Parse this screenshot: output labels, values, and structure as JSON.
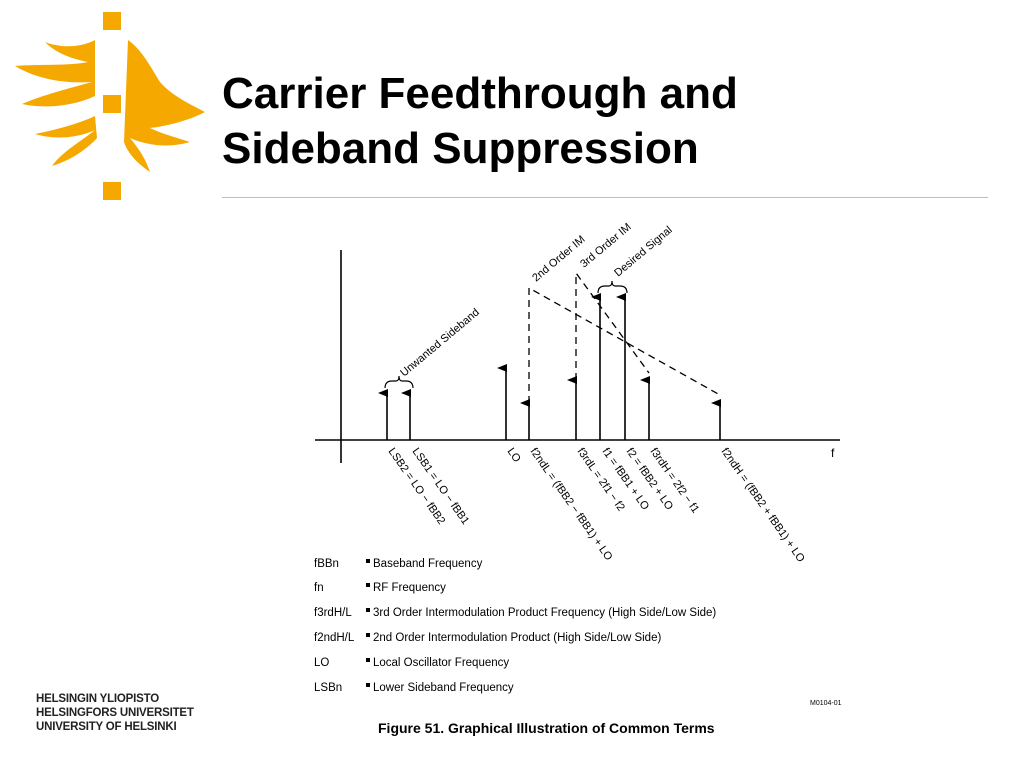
{
  "slide": {
    "title_line1": "Carrier Feedthrough and",
    "title_line2": "Sideband Suppression",
    "brand_color": "#f5a800",
    "university": {
      "line1": "HELSINGIN YLIOPISTO",
      "line2": "HELSINGFORS UNIVERSITET",
      "line3": "UNIVERSITY OF HELSINKI"
    }
  },
  "figure": {
    "axis_label": "f",
    "group_labels": {
      "unwanted_sideband": "Unwanted Sideband",
      "second_order_im": "2nd Order IM",
      "third_order_im": "3rd Order IM",
      "desired_signal": "Desired Signal"
    },
    "tick_labels": {
      "lsb2": "LSB2 = LO − fBB2",
      "lsb1": "LSB1 = LO − fBB1",
      "lo": "LO",
      "f2ndl": "f2ndL = (fBB2 − fBB1) + LO",
      "f3rdl": "f3rdL = 2f1 − f2",
      "f1": "f1 = fBB1 + LO",
      "f2": "f2 = fBB2 + LO",
      "f3rdh": "f3rdH = 2f2 − f1",
      "f2ndh": "f2ndH = (fBB2 + fBB1) + LO"
    },
    "legend": [
      {
        "symbol": "fBBn",
        "text": "Baseband Frequency"
      },
      {
        "symbol": "fn",
        "text": "RF Frequency"
      },
      {
        "symbol": "f3rdH/L",
        "text": "3rd Order Intermodulation Product Frequency (High Side/Low Side)"
      },
      {
        "symbol": "f2ndH/L",
        "text": "2nd Order Intermodulation Product (High Side/Low Side)"
      },
      {
        "symbol": "LO",
        "text": "Local Oscillator Frequency"
      },
      {
        "symbol": "LSBn",
        "text": "Lower Sideband Frequency"
      }
    ],
    "code": "M0104-01",
    "caption": "Figure 51.  Graphical Illustration of Common Terms"
  }
}
